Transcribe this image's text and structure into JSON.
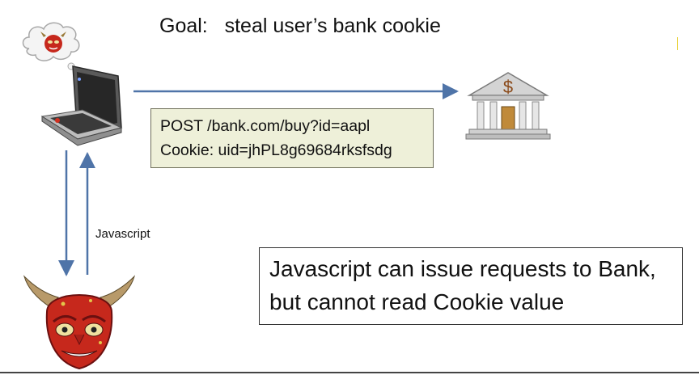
{
  "goal": "Goal:   steal user’s bank cookie",
  "request": {
    "line1": "POST /bank.com/buy?id=aapl",
    "line2": "Cookie: uid=jhPL8g69684rksfsdg"
  },
  "arrow_label": "Javascript",
  "note": {
    "line1": "Javascript can issue requests to Bank,",
    "line2": "but cannot read Cookie value"
  },
  "bank_symbol": "$",
  "icons": [
    "devil-thought-cloud-icon",
    "laptop-icon",
    "bank-icon",
    "devil-face-icon"
  ],
  "colors": {
    "arrow": "#4f74a8",
    "request_box_fill": "#eef0d9",
    "devil_red": "#c6281c"
  }
}
